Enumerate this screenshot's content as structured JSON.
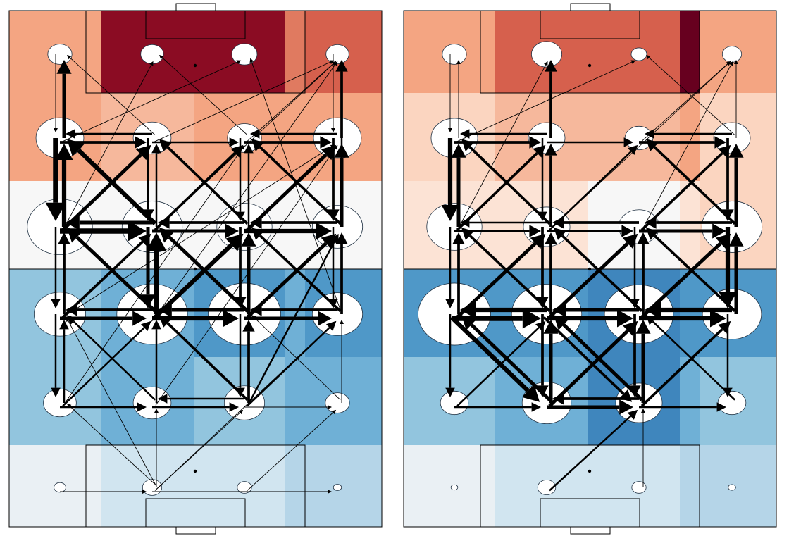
{
  "palette": {
    "zone_colors": [
      "#67001f",
      "#8b0c23",
      "#d6604d",
      "#e07a60",
      "#f4a582",
      "#f6b89c",
      "#fbd5c0",
      "#fce3d5",
      "#f7f7f7",
      "#eaf0f4",
      "#d1e5f0",
      "#b5d5e8",
      "#92c5de",
      "#6fb0d6",
      "#4f98c8",
      "#3f86bd"
    ],
    "line": "#000000",
    "node_fill": "#ffffff",
    "node_stroke": "#223344"
  },
  "pitches": [
    {
      "id": "pitch-left",
      "zones": [
        [
          4,
          1,
          1,
          3,
          2
        ],
        [
          4,
          5,
          4,
          4,
          4
        ],
        [
          8,
          8,
          8,
          8,
          8
        ],
        [
          12,
          13,
          14,
          13,
          14
        ],
        [
          12,
          13,
          12,
          13,
          13
        ],
        [
          9,
          10,
          10,
          11,
          11
        ]
      ],
      "nodes": [
        {
          "c": 0,
          "r": 0,
          "s": 0.3
        },
        {
          "c": 1,
          "r": 0,
          "s": 0.28
        },
        {
          "c": 2,
          "r": 0,
          "s": 0.32
        },
        {
          "c": 3,
          "r": 0,
          "s": 0.28
        },
        {
          "c": 0,
          "r": 1,
          "s": 0.68
        },
        {
          "c": 1,
          "r": 1,
          "s": 0.52
        },
        {
          "c": 2,
          "r": 1,
          "s": 0.46
        },
        {
          "c": 3,
          "r": 1,
          "s": 0.68
        },
        {
          "c": 0,
          "r": 2,
          "s": 0.96
        },
        {
          "c": 1,
          "r": 2,
          "s": 0.88
        },
        {
          "c": 2,
          "r": 2,
          "s": 0.8
        },
        {
          "c": 3,
          "r": 2,
          "s": 0.72
        },
        {
          "c": 0,
          "r": 3,
          "s": 0.74
        },
        {
          "c": 1,
          "r": 3,
          "s": 1.05
        },
        {
          "c": 2,
          "r": 3,
          "s": 1.08
        },
        {
          "c": 3,
          "r": 3,
          "s": 0.72
        },
        {
          "c": 0,
          "r": 4,
          "s": 0.44
        },
        {
          "c": 1,
          "r": 4,
          "s": 0.52
        },
        {
          "c": 2,
          "r": 4,
          "s": 0.56
        },
        {
          "c": 3,
          "r": 4,
          "s": 0.3
        },
        {
          "c": 0,
          "r": 5,
          "s": 0.1
        },
        {
          "c": 1,
          "r": 5,
          "s": 0.22
        },
        {
          "c": 2,
          "r": 5,
          "s": 0.14
        },
        {
          "c": 3,
          "r": 5,
          "s": 0.04
        }
      ],
      "edges": [
        [
          8,
          9,
          6
        ],
        [
          9,
          8,
          4
        ],
        [
          9,
          10,
          4
        ],
        [
          10,
          9,
          3
        ],
        [
          10,
          11,
          5
        ],
        [
          11,
          10,
          3
        ],
        [
          12,
          13,
          4
        ],
        [
          13,
          12,
          3
        ],
        [
          13,
          14,
          5
        ],
        [
          14,
          13,
          4
        ],
        [
          14,
          15,
          4
        ],
        [
          15,
          14,
          3
        ],
        [
          4,
          5,
          3
        ],
        [
          5,
          4,
          2
        ],
        [
          5,
          6,
          2
        ],
        [
          6,
          7,
          3
        ],
        [
          7,
          6,
          2
        ],
        [
          16,
          17,
          2
        ],
        [
          17,
          18,
          2
        ],
        [
          18,
          17,
          2
        ],
        [
          18,
          19,
          1
        ],
        [
          4,
          8,
          6
        ],
        [
          8,
          4,
          5
        ],
        [
          5,
          9,
          3
        ],
        [
          9,
          5,
          2
        ],
        [
          6,
          10,
          2
        ],
        [
          10,
          6,
          2
        ],
        [
          7,
          11,
          3
        ],
        [
          11,
          7,
          4
        ],
        [
          12,
          8,
          3
        ],
        [
          8,
          12,
          2
        ],
        [
          13,
          9,
          6
        ],
        [
          9,
          13,
          4
        ],
        [
          14,
          10,
          4
        ],
        [
          10,
          14,
          3
        ],
        [
          15,
          11,
          3
        ],
        [
          11,
          15,
          2
        ],
        [
          16,
          12,
          2
        ],
        [
          12,
          16,
          2
        ],
        [
          17,
          13,
          2
        ],
        [
          18,
          14,
          3
        ],
        [
          14,
          18,
          2
        ],
        [
          19,
          15,
          1
        ],
        [
          4,
          0,
          4
        ],
        [
          0,
          4,
          1
        ],
        [
          7,
          3,
          3
        ],
        [
          3,
          7,
          1
        ],
        [
          8,
          5,
          4
        ],
        [
          9,
          4,
          5
        ],
        [
          9,
          6,
          3
        ],
        [
          10,
          5,
          3
        ],
        [
          10,
          7,
          4
        ],
        [
          11,
          6,
          3
        ],
        [
          13,
          8,
          4
        ],
        [
          12,
          9,
          3
        ],
        [
          13,
          10,
          5
        ],
        [
          14,
          9,
          4
        ],
        [
          14,
          11,
          4
        ],
        [
          15,
          10,
          3
        ],
        [
          17,
          12,
          2
        ],
        [
          18,
          13,
          3
        ],
        [
          18,
          15,
          2
        ],
        [
          16,
          13,
          2
        ],
        [
          19,
          14,
          1
        ],
        [
          4,
          2,
          1
        ],
        [
          5,
          0,
          1
        ],
        [
          5,
          3,
          1
        ],
        [
          6,
          1,
          1
        ],
        [
          6,
          3,
          1
        ],
        [
          8,
          1,
          1
        ],
        [
          9,
          3,
          1
        ],
        [
          11,
          3,
          2
        ],
        [
          21,
          16,
          1
        ],
        [
          21,
          18,
          1
        ],
        [
          21,
          17,
          1
        ],
        [
          21,
          12,
          1
        ],
        [
          21,
          15,
          1
        ],
        [
          22,
          19,
          1
        ],
        [
          20,
          21,
          1
        ],
        [
          21,
          23,
          1
        ],
        [
          16,
          6,
          1
        ],
        [
          12,
          7,
          1
        ],
        [
          13,
          3,
          1
        ],
        [
          17,
          7,
          1
        ],
        [
          18,
          11,
          2
        ],
        [
          15,
          2,
          1
        ],
        [
          16,
          10,
          1
        ]
      ]
    },
    {
      "id": "pitch-right",
      "zones": [
        [
          4,
          2,
          2,
          0,
          4
        ],
        [
          6,
          5,
          5,
          4,
          6
        ],
        [
          7,
          7,
          8,
          7,
          6
        ],
        [
          14,
          14,
          15,
          14,
          14
        ],
        [
          12,
          13,
          15,
          13,
          12
        ],
        [
          9,
          10,
          10,
          11,
          11
        ]
      ],
      "nodes": [
        {
          "c": 0,
          "r": 0,
          "s": 0.3
        },
        {
          "c": 1,
          "r": 0,
          "s": 0.4
        },
        {
          "c": 2,
          "r": 0,
          "s": 0.16
        },
        {
          "c": 3,
          "r": 0,
          "s": 0.22
        },
        {
          "c": 0,
          "r": 1,
          "s": 0.66
        },
        {
          "c": 1,
          "r": 1,
          "s": 0.5
        },
        {
          "c": 2,
          "r": 1,
          "s": 0.36
        },
        {
          "c": 3,
          "r": 1,
          "s": 0.5
        },
        {
          "c": 0,
          "r": 2,
          "s": 0.8
        },
        {
          "c": 1,
          "r": 2,
          "s": 0.66
        },
        {
          "c": 2,
          "r": 2,
          "s": 0.56
        },
        {
          "c": 3,
          "r": 2,
          "s": 0.88
        },
        {
          "c": 0,
          "r": 3,
          "s": 1.08
        },
        {
          "c": 1,
          "r": 3,
          "s": 1.04
        },
        {
          "c": 2,
          "r": 3,
          "s": 1.02
        },
        {
          "c": 3,
          "r": 3,
          "s": 0.86
        },
        {
          "c": 0,
          "r": 4,
          "s": 0.36
        },
        {
          "c": 1,
          "r": 4,
          "s": 0.7
        },
        {
          "c": 2,
          "r": 4,
          "s": 0.66
        },
        {
          "c": 3,
          "r": 4,
          "s": 0.36
        },
        {
          "c": 0,
          "r": 5,
          "s": 0.02
        },
        {
          "c": 1,
          "r": 5,
          "s": 0.2
        },
        {
          "c": 2,
          "r": 5,
          "s": 0.14
        },
        {
          "c": 3,
          "r": 5,
          "s": 0.03
        }
      ],
      "edges": [
        [
          12,
          13,
          6
        ],
        [
          13,
          12,
          5
        ],
        [
          13,
          14,
          5
        ],
        [
          14,
          13,
          4
        ],
        [
          14,
          15,
          5
        ],
        [
          15,
          14,
          5
        ],
        [
          8,
          9,
          3
        ],
        [
          9,
          8,
          2
        ],
        [
          9,
          10,
          3
        ],
        [
          10,
          9,
          3
        ],
        [
          10,
          11,
          4
        ],
        [
          11,
          10,
          3
        ],
        [
          4,
          5,
          3
        ],
        [
          5,
          4,
          2
        ],
        [
          5,
          6,
          2
        ],
        [
          6,
          7,
          3
        ],
        [
          7,
          6,
          2
        ],
        [
          16,
          17,
          2
        ],
        [
          17,
          18,
          4
        ],
        [
          18,
          17,
          3
        ],
        [
          18,
          19,
          2
        ],
        [
          4,
          8,
          5
        ],
        [
          8,
          4,
          4
        ],
        [
          5,
          9,
          2
        ],
        [
          9,
          5,
          3
        ],
        [
          7,
          11,
          3
        ],
        [
          11,
          7,
          4
        ],
        [
          8,
          12,
          2
        ],
        [
          12,
          8,
          3
        ],
        [
          9,
          13,
          3
        ],
        [
          13,
          9,
          3
        ],
        [
          10,
          14,
          2
        ],
        [
          14,
          10,
          3
        ],
        [
          11,
          15,
          5
        ],
        [
          15,
          11,
          4
        ],
        [
          12,
          16,
          2
        ],
        [
          17,
          13,
          4
        ],
        [
          13,
          17,
          3
        ],
        [
          18,
          14,
          4
        ],
        [
          14,
          18,
          3
        ],
        [
          15,
          19,
          2
        ],
        [
          5,
          1,
          3
        ],
        [
          0,
          4,
          1
        ],
        [
          4,
          0,
          1
        ],
        [
          7,
          3,
          1
        ],
        [
          8,
          5,
          3
        ],
        [
          9,
          4,
          3
        ],
        [
          9,
          6,
          2
        ],
        [
          10,
          7,
          3
        ],
        [
          11,
          6,
          3
        ],
        [
          12,
          9,
          4
        ],
        [
          13,
          8,
          3
        ],
        [
          13,
          10,
          4
        ],
        [
          14,
          9,
          3
        ],
        [
          14,
          11,
          4
        ],
        [
          15,
          10,
          3
        ],
        [
          12,
          17,
          5
        ],
        [
          17,
          12,
          4
        ],
        [
          13,
          18,
          3
        ],
        [
          18,
          13,
          4
        ],
        [
          17,
          14,
          4
        ],
        [
          18,
          15,
          3
        ],
        [
          16,
          13,
          2
        ],
        [
          19,
          14,
          2
        ],
        [
          21,
          18,
          2
        ],
        [
          22,
          18,
          1
        ],
        [
          4,
          2,
          1
        ],
        [
          6,
          3,
          1
        ],
        [
          9,
          3,
          1
        ],
        [
          10,
          3,
          1
        ],
        [
          7,
          2,
          1
        ],
        [
          8,
          1,
          1
        ]
      ]
    }
  ]
}
